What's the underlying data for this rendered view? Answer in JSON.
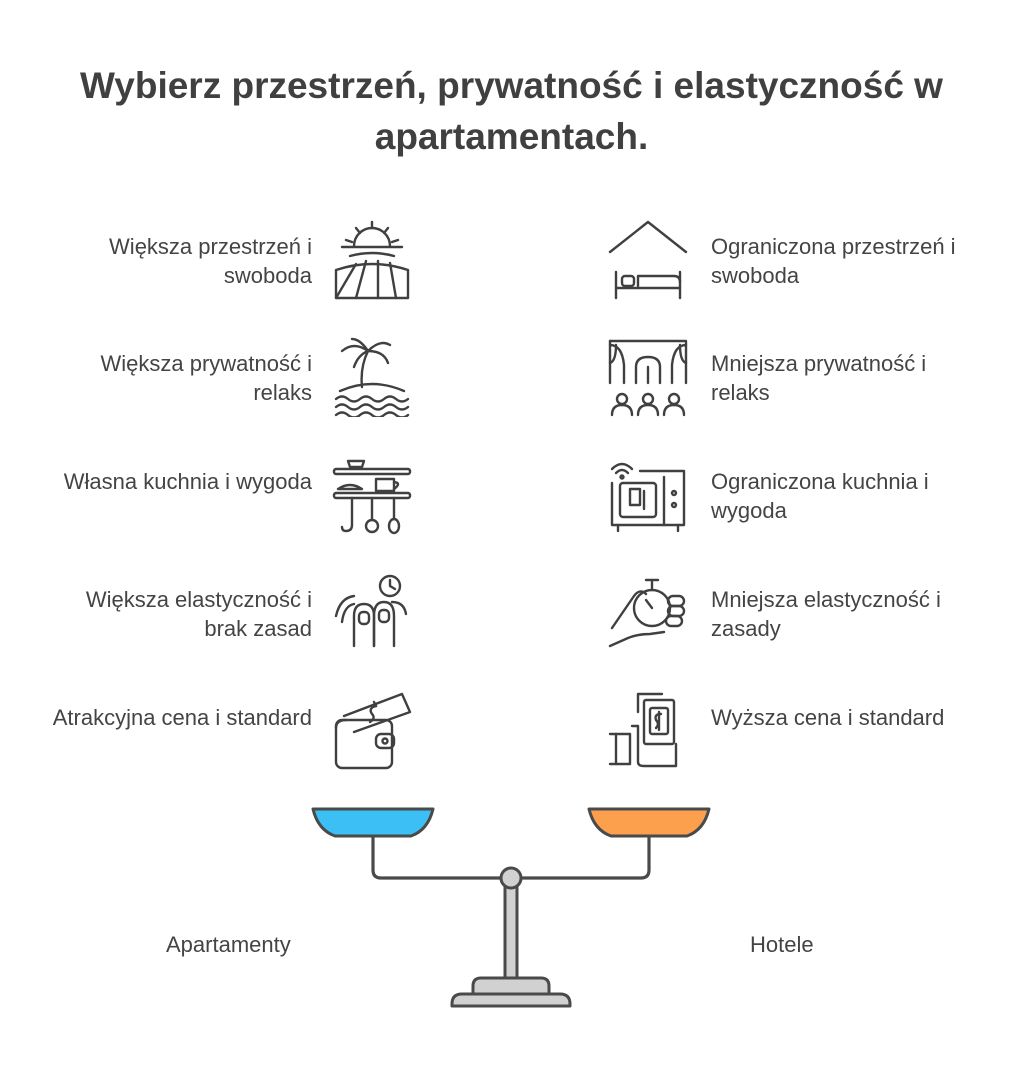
{
  "title": "Wybierz przestrzeń, prywatność i elastyczność w apartamentach.",
  "left_items": [
    {
      "text": "Większa przestrzeń i swoboda",
      "icon": "sun-field-icon"
    },
    {
      "text": "Większa prywatność i relaks",
      "icon": "palm-island-icon"
    },
    {
      "text": "Własna kuchnia i wygoda",
      "icon": "kitchen-shelf-icon"
    },
    {
      "text": "Większa elastyczność i brak zasad",
      "icon": "fingers-clock-icon"
    },
    {
      "text": "Atrakcyjna cena i standard",
      "icon": "wallet-cash-icon"
    }
  ],
  "right_items": [
    {
      "text": "Ograniczona przestrzeń i swoboda",
      "icon": "house-bed-icon"
    },
    {
      "text": "Mniejsza prywatność i relaks",
      "icon": "theater-audience-icon"
    },
    {
      "text": "Ograniczona kuchnia i wygoda",
      "icon": "microwave-icon"
    },
    {
      "text": "Mniejsza elastyczność i zasady",
      "icon": "hand-stopwatch-icon"
    },
    {
      "text": "Wyższa cena i standard",
      "icon": "hand-money-icon"
    }
  ],
  "scale": {
    "left_label": "Apartamenty",
    "right_label": "Hotele",
    "left_pan_color": "#3bbff5",
    "right_pan_color": "#fca04e"
  }
}
